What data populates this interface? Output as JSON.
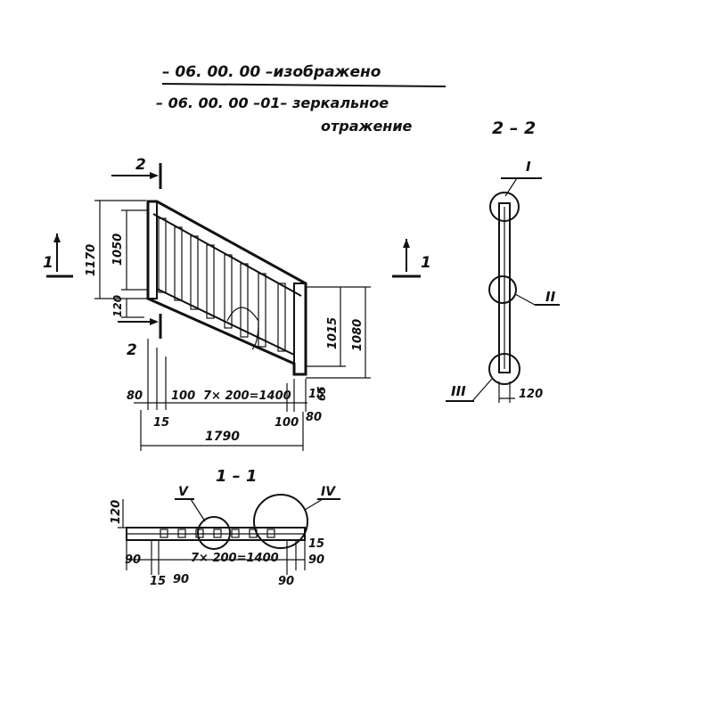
{
  "title": {
    "line1": "– 06. 00. 00 –изображено",
    "line2": "– 06. 00. 00 –01– зеркальное",
    "line3": "отражение"
  },
  "section_labels": {
    "s22": "2 – 2",
    "s11": "1 – 1",
    "cut2_top": "2",
    "cut2_bottom": "2",
    "cut1_left": "1",
    "cut1_right": "1"
  },
  "roman": {
    "I": "I",
    "II": "II",
    "III": "III",
    "IV": "IV",
    "V": "V"
  },
  "elevation_dims": {
    "d1170": "1170",
    "d1050": "1050",
    "d120": "120",
    "d1015": "1015",
    "d1080": "1080",
    "d65": "65",
    "d80_left": "80",
    "d100_left": "100",
    "d7x200": "7× 200=1400",
    "d15_right": "15",
    "d15_left": "15",
    "d100_right": "100",
    "d80_right": "80",
    "d1790": "1790"
  },
  "section22_dims": {
    "d120": "120"
  },
  "plan_dims": {
    "d120": "120",
    "d90_left": "90",
    "d7x200": "7× 200=1400",
    "d15_right": "15",
    "d90_right": "90",
    "d15_bottom": "15",
    "d90_bottom_left": "90",
    "d90_bottom_right": "90"
  }
}
